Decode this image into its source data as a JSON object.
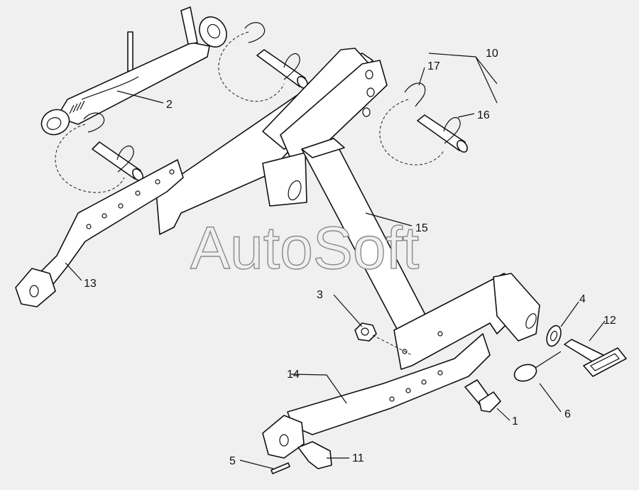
{
  "watermark": "AutoSoft",
  "callouts": [
    {
      "id": "c1",
      "label": "1"
    },
    {
      "id": "c2",
      "label": "2"
    },
    {
      "id": "c3",
      "label": "3"
    },
    {
      "id": "c4",
      "label": "4"
    },
    {
      "id": "c5",
      "label": "5"
    },
    {
      "id": "c6",
      "label": "6"
    },
    {
      "id": "c10",
      "label": "10"
    },
    {
      "id": "c11",
      "label": "11"
    },
    {
      "id": "c12",
      "label": "12"
    },
    {
      "id": "c13",
      "label": "13"
    },
    {
      "id": "c14",
      "label": "14"
    },
    {
      "id": "c15",
      "label": "15"
    },
    {
      "id": "c16",
      "label": "16"
    },
    {
      "id": "c17",
      "label": "17"
    }
  ]
}
